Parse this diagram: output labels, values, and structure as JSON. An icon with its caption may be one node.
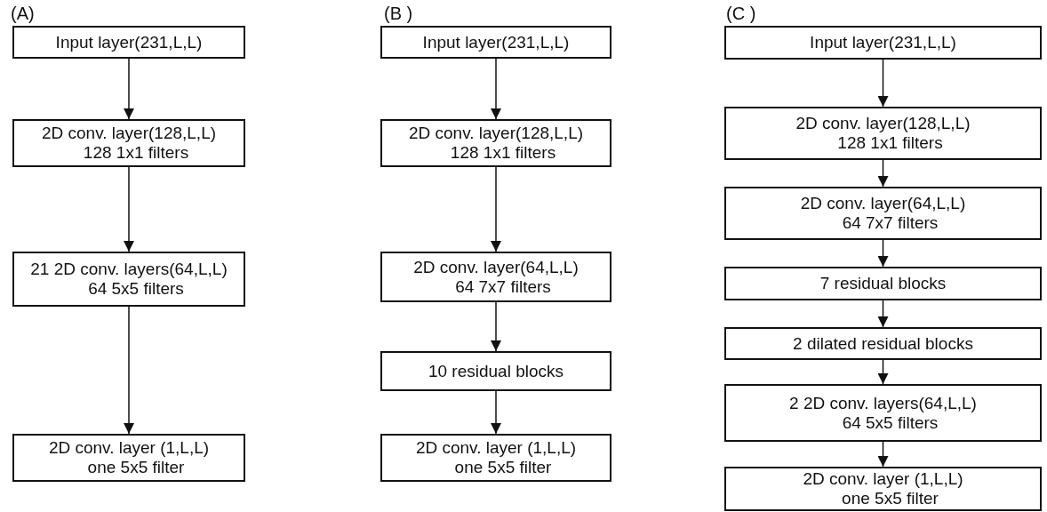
{
  "diagram": {
    "nodes": [
      {
        "text": [
          "Input layer(231,L,L)"
        ]
      },
      {
        "text": [
          "2D conv. layer(128,L,L)",
          "128 1x1 filters"
        ]
      },
      {
        "text": [
          "21 2D conv. layers(64,L,L)",
          "64 5x5 filters"
        ]
      },
      {
        "text": [
          "2D conv. layer (1,L,L)",
          "one 5x5 filter"
        ]
      },
      {
        "text": [
          "Input layer(231,L,L)"
        ]
      },
      {
        "text": [
          "2D conv. layer(128,L,L)",
          "128 1x1 filters"
        ]
      },
      {
        "text": [
          "2D conv. layer(64,L,L)",
          "64 7x7 filters"
        ]
      },
      {
        "text": [
          "10 residual blocks"
        ]
      },
      {
        "text": [
          "2D conv. layer (1,L,L)",
          "one 5x5 filter"
        ]
      },
      {
        "text": [
          "Input layer(231,L,L)"
        ]
      },
      {
        "text": [
          "2D conv. layer(128,L,L)",
          "128 1x1 filters"
        ]
      },
      {
        "text": [
          "2D conv. layer(64,L,L)",
          "64 7x7 filters"
        ]
      },
      {
        "text": [
          "7 residual blocks"
        ]
      },
      {
        "text": [
          "2 dilated residual blocks"
        ]
      },
      {
        "text": [
          "2 2D conv. layers(64,L,L)",
          "64 5x5 filters"
        ]
      },
      {
        "text": [
          "2D conv. layer (1,L,L)",
          "one 5x5 filter"
        ]
      }
    ],
    "edges": [
      {
        "from": 0,
        "to": 1,
        "arrow": "to"
      },
      {
        "from": 1,
        "to": 2,
        "arrow": "to"
      },
      {
        "from": 2,
        "to": 3,
        "arrow": "to"
      },
      {
        "from": 4,
        "to": 5,
        "arrow": "to"
      },
      {
        "from": 5,
        "to": 6,
        "arrow": "to"
      },
      {
        "from": 6,
        "to": 7,
        "arrow": "to"
      },
      {
        "from": 7,
        "to": 8,
        "arrow": "to"
      },
      {
        "from": 9,
        "to": 10,
        "arrow": "to"
      },
      {
        "from": 10,
        "to": 11,
        "arrow": "to"
      },
      {
        "from": 11,
        "to": 12,
        "arrow": "to"
      },
      {
        "from": 12,
        "to": 13,
        "arrow": "to"
      },
      {
        "from": 13,
        "to": 14,
        "arrow": "to"
      },
      {
        "from": 14,
        "to": 15,
        "arrow": "to"
      }
    ],
    "labels": [
      "(A)",
      "(B )",
      "(C )"
    ]
  }
}
